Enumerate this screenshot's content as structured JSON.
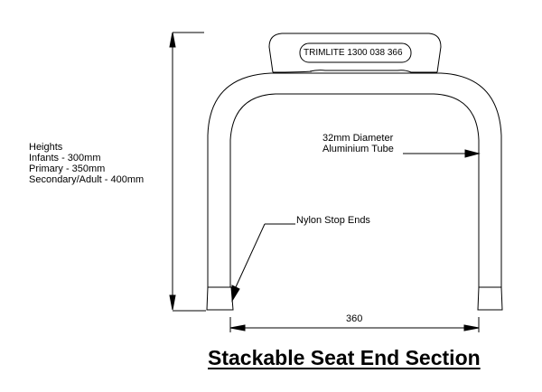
{
  "title": "Stackable Seat End Section",
  "heights": {
    "heading": "Heights",
    "lines": [
      "Infants - 300mm",
      "Primary - 350mm",
      "Secondary/Adult - 400mm"
    ]
  },
  "labels": {
    "brand_plate": "TRIMLITE 1300 038 366",
    "tube_line1": "32mm Diameter",
    "tube_line2": "Aluminium Tube",
    "stop_ends": "Nylon Stop Ends",
    "width_dimension": "360"
  }
}
